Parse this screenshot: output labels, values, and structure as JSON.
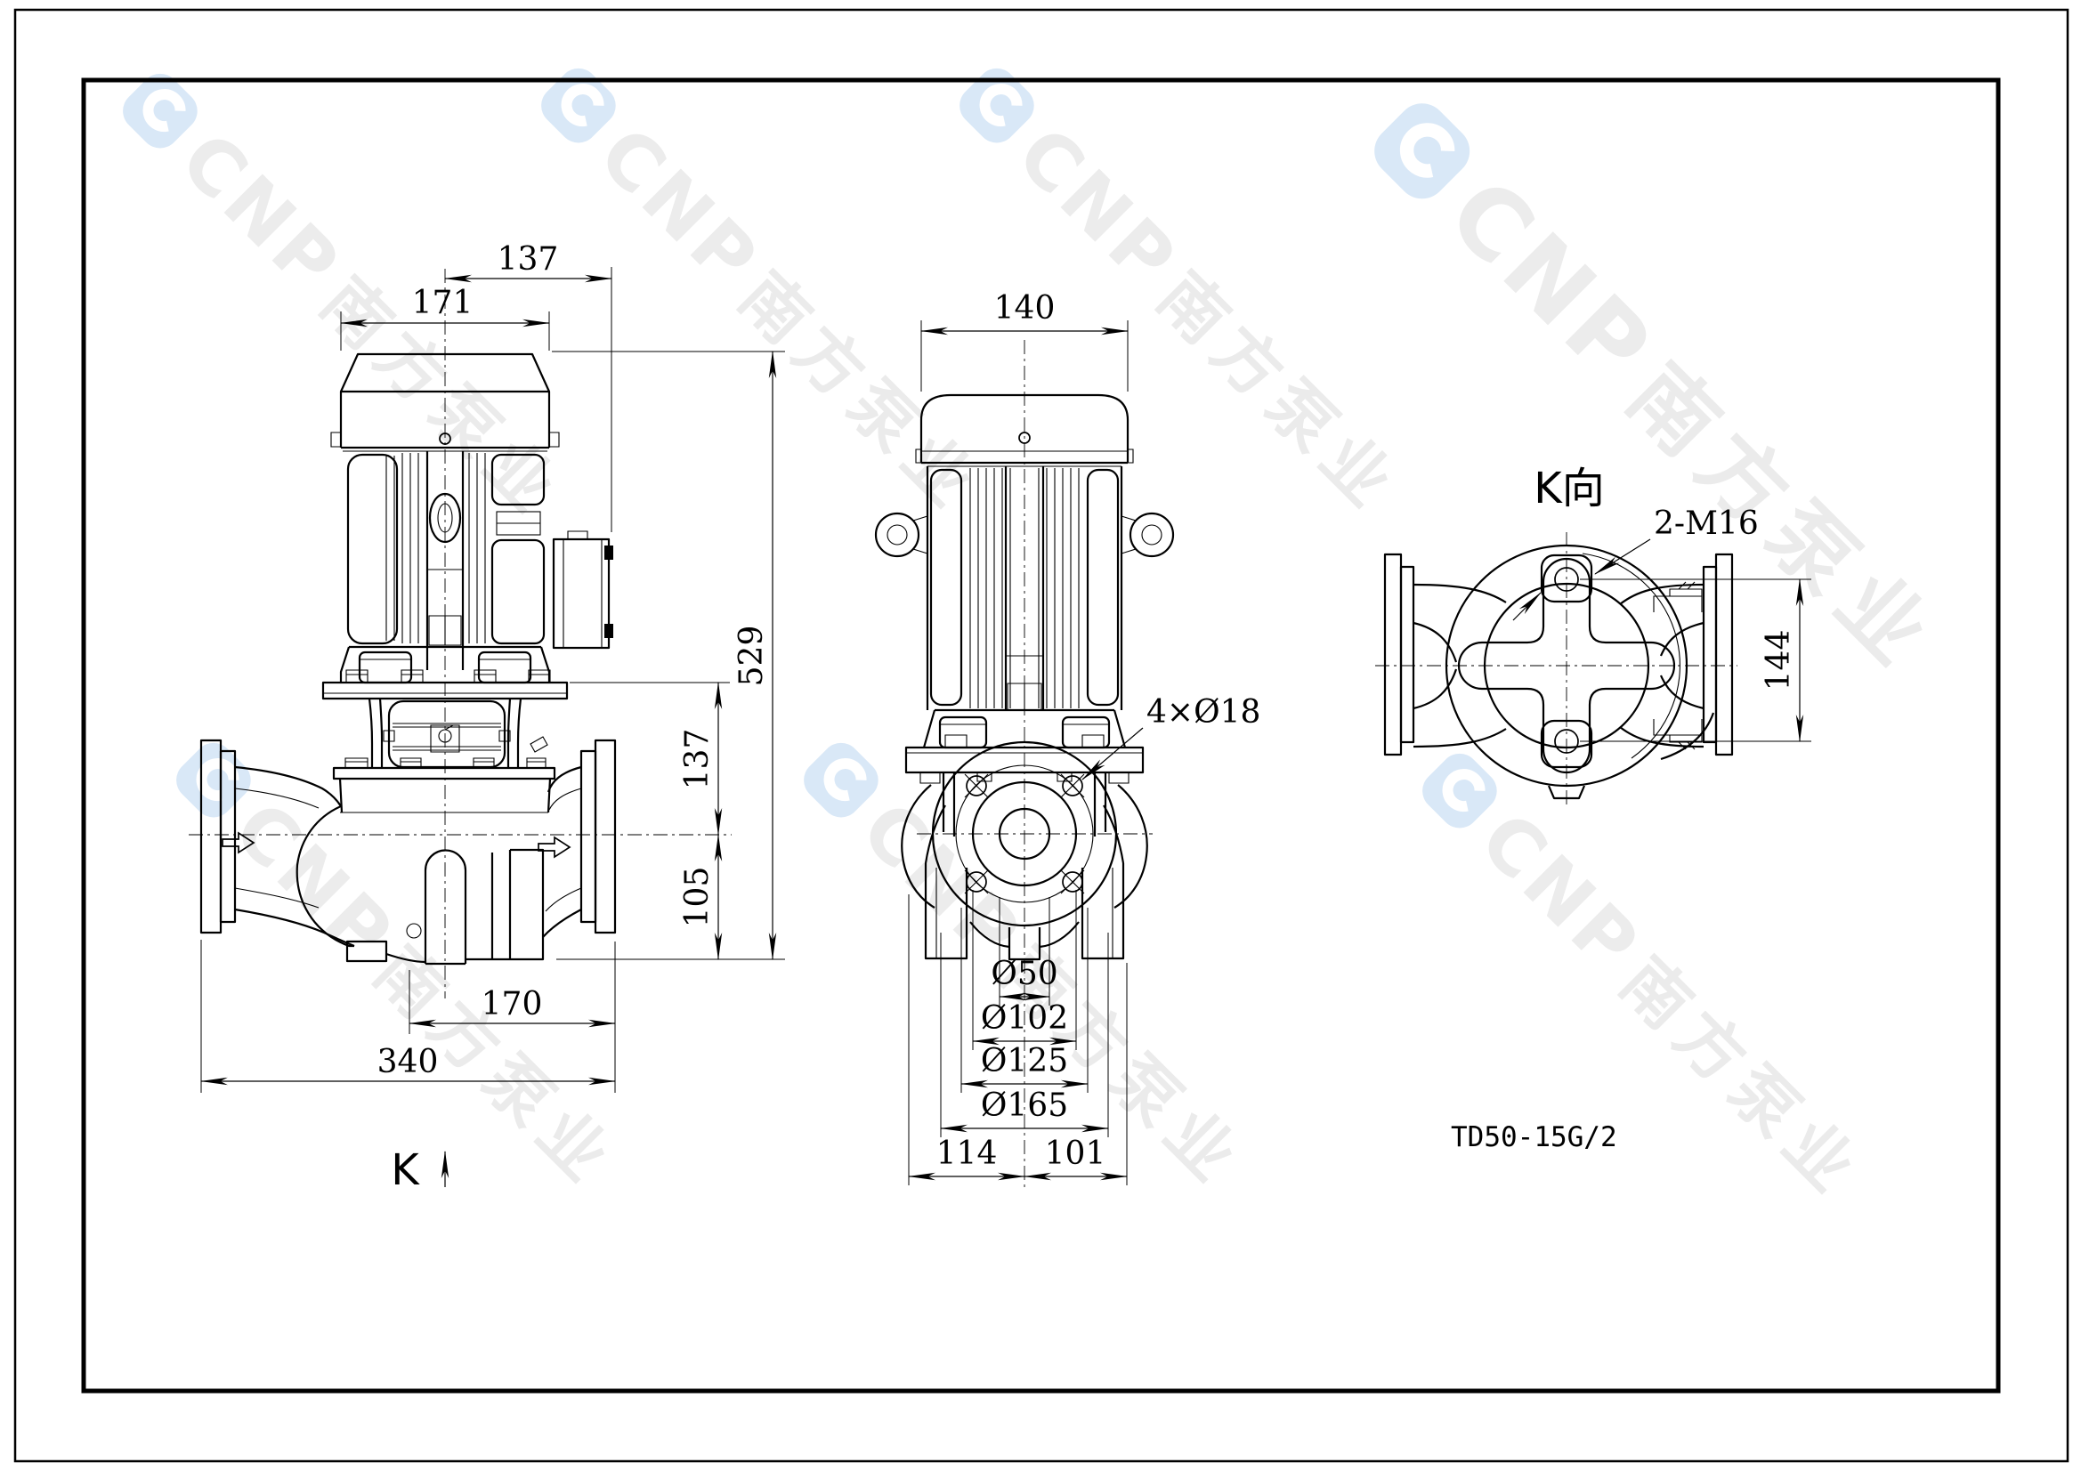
{
  "sheet": {
    "background": "#ffffff",
    "line_color": "#000000",
    "watermark_logo_blue": "#d9e8f7",
    "watermark_text_gray": "#ececec"
  },
  "watermark": {
    "brand": "CNP",
    "brand_cn": "南方泵业"
  },
  "title_block": {
    "model": "TD50-15G/2"
  },
  "side_view": {
    "dim_fan_to_terminal_box": "137",
    "dim_motor_width": "171",
    "dim_total_height": "529",
    "dim_flange_to_centerline": "137",
    "dim_centerline_to_base": "105",
    "dim_centerline_to_outlet": "170",
    "dim_overall_length": "340",
    "view_direction_label": "K"
  },
  "front_view": {
    "dim_fan_cover_width": "140",
    "label_bolt_holes": "4×Ø18",
    "dim_bore": "Ø50",
    "dim_raised_face": "Ø102",
    "dim_bolt_circle": "Ø125",
    "dim_flange_od": "Ø165",
    "dim_base_left": "114",
    "dim_base_right": "101"
  },
  "k_view": {
    "title": "K向",
    "label_tapped_holes": "2-M16",
    "dim_hole_spacing": "144"
  }
}
